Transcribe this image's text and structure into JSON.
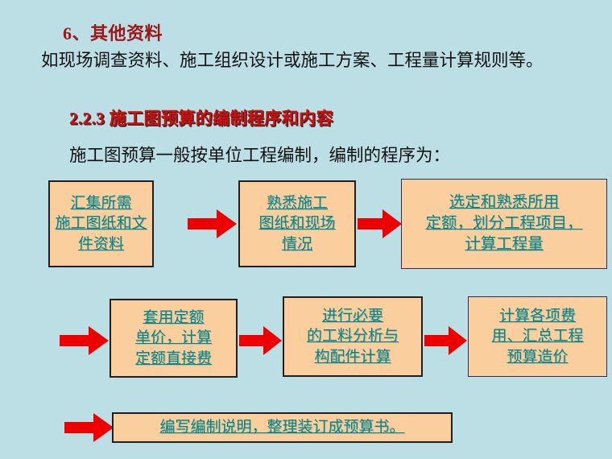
{
  "slide": {
    "background_color": "#bcdfe6",
    "box_fill_color": "#fbcf9d",
    "box_text_color": "#0f8282",
    "arrow_color": "#ee0000",
    "heading_red_color": "#9e1616",
    "section_heading_color": "#cc1111"
  },
  "text": {
    "heading_six": "6、其他资料",
    "paragraph": "如现场调查资料、施工组织设计或施工方案、工程量计算规则等。",
    "section_heading": "2.2.3 施工图预算的编制程序和内容",
    "intro_line": "施工图预算一般按单位工程编制，编制的程序为："
  },
  "flowchart": {
    "row1": [
      {
        "id": "box-collect-materials",
        "label": "汇集所需\n施工图纸和文\n件资料"
      },
      {
        "id": "box-familiarize-drawings",
        "label": "熟悉施工\n图纸和现场\n情况"
      },
      {
        "id": "box-select-quota",
        "label": "选定和熟悉所用\n定额，划分工程项目，\n计算工程量"
      }
    ],
    "row2": [
      {
        "id": "box-apply-quota-price",
        "label": "套用定额\n单价，计算\n定额直接费"
      },
      {
        "id": "box-material-analysis",
        "label": "进行必要\n的工料分析与\n构配件计算"
      },
      {
        "id": "box-calculate-fees",
        "label": "计算各项费\n用、汇总工程\n预算造价"
      }
    ],
    "row3": [
      {
        "id": "box-write-instructions",
        "label": "编写编制说明，整理装订成预算书。"
      }
    ],
    "arrows": [
      {
        "id": "arrow-r1-1",
        "direction": "right"
      },
      {
        "id": "arrow-r1-2",
        "direction": "right"
      },
      {
        "id": "arrow-r2-0",
        "direction": "right"
      },
      {
        "id": "arrow-r2-1",
        "direction": "right"
      },
      {
        "id": "arrow-r2-2",
        "direction": "right"
      },
      {
        "id": "arrow-r3-0",
        "direction": "right"
      }
    ]
  }
}
